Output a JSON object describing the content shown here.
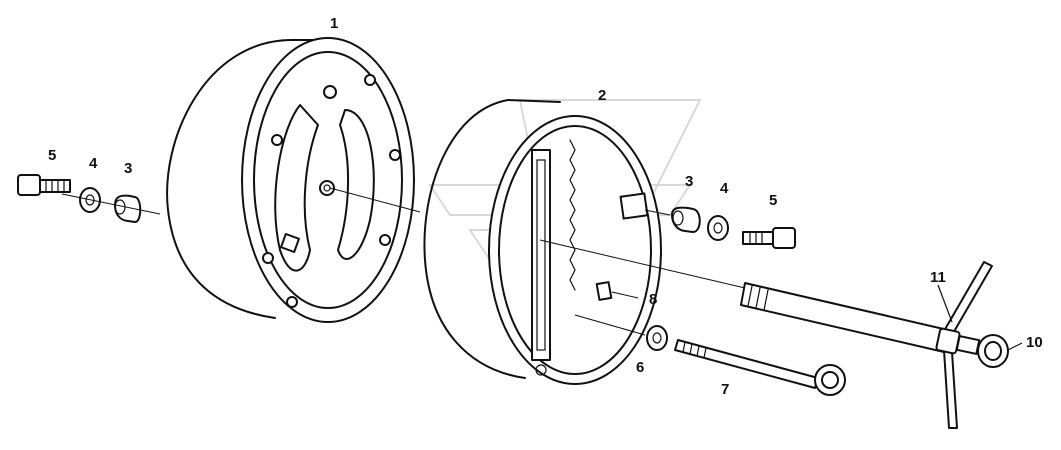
{
  "diagram": {
    "labels": [
      {
        "id": "l1",
        "text": "1"
      },
      {
        "id": "l2",
        "text": "2"
      },
      {
        "id": "l3a",
        "text": "3"
      },
      {
        "id": "l4a",
        "text": "4"
      },
      {
        "id": "l5a",
        "text": "5"
      },
      {
        "id": "l3b",
        "text": "3"
      },
      {
        "id": "l4b",
        "text": "4"
      },
      {
        "id": "l5b",
        "text": "5"
      },
      {
        "id": "l6",
        "text": "6"
      },
      {
        "id": "l7",
        "text": "7"
      },
      {
        "id": "l8",
        "text": "8"
      },
      {
        "id": "l10",
        "text": "10"
      },
      {
        "id": "l11",
        "text": "11"
      }
    ],
    "colors": {
      "ink": "#111111",
      "paper": "#ffffff",
      "watermark": "#d9d9d9"
    }
  }
}
